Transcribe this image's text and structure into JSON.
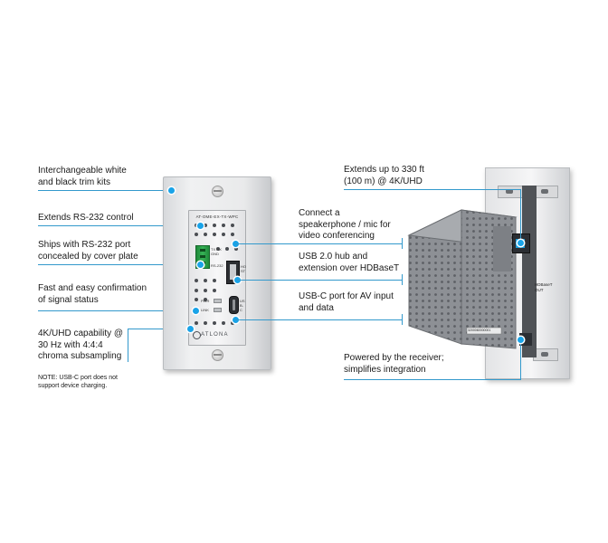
{
  "labels": {
    "trim_kits": [
      "Interchangeable white",
      "and black trim kits"
    ],
    "rs232_control": [
      "Extends RS-232 control"
    ],
    "rs232_port": [
      "Ships with RS-232 port",
      "concealed by cover plate"
    ],
    "signal_status": [
      "Fast and easy confirmation",
      "of signal status"
    ],
    "uhd": [
      "4K/UHD capability @",
      "30 Hz with 4:4:4",
      "chroma subsampling"
    ],
    "note": [
      "NOTE: USB-C port does not",
      "support device charging."
    ],
    "speakerphone": [
      "Connect a",
      "speakerphone / mic for",
      "video conferencing"
    ],
    "usb_hub": [
      "USB 2.0 hub and",
      "extension over HDBaseT"
    ],
    "usb_c": [
      "USB-C port for AV input",
      "and data"
    ],
    "extends_range": [
      "Extends up to 330 ft",
      "(100 m) @ 4K/UHD"
    ],
    "powered": [
      "Powered by the receiver;",
      "simplifies integration"
    ]
  },
  "device": {
    "model": "AT-OME-EX-TX-WPC",
    "rs232_label": "RS-232",
    "rs232_pins": "TX RX GND",
    "usb_label": "HOST",
    "usbc_label": "USB-C",
    "pwr_led": "PWR",
    "link_led": "LINK",
    "brand": "ATLONA",
    "rear_port_label": [
      "HDBaseT",
      "OUT"
    ],
    "rear_sticker": "3200060000001"
  },
  "colors": {
    "accent": "#19a3e8",
    "line": "#3399cc",
    "terminal": "#2ea64b"
  },
  "icons": {
    "brand_mark": "atlona-logo-icon"
  }
}
